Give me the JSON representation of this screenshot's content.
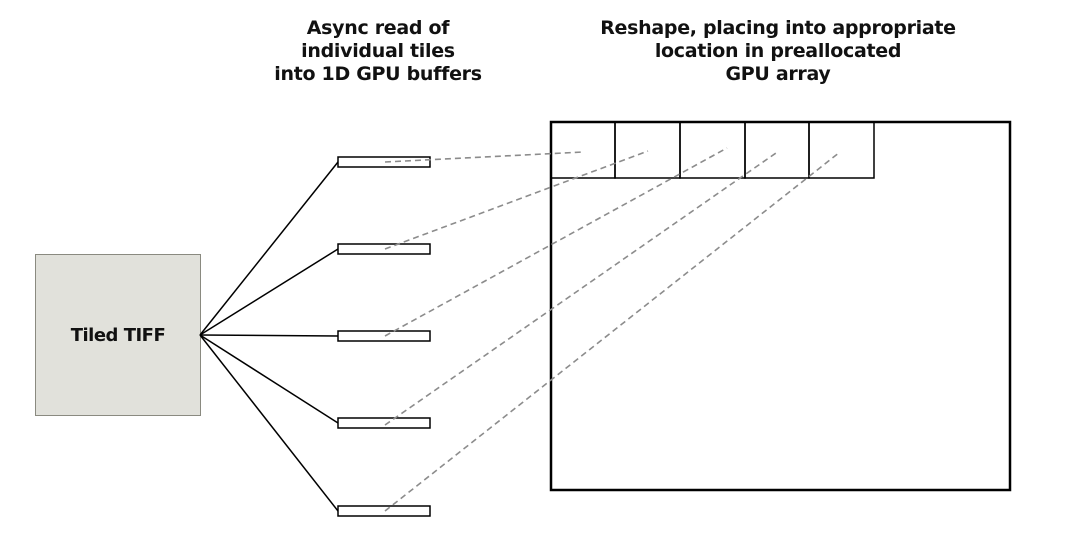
{
  "headings": {
    "buffers": [
      "Async read of",
      "individual tiles",
      "into 1D GPU buffers"
    ],
    "reshape": [
      "Reshape, placing into appropriate",
      "location in preallocated",
      "GPU array"
    ]
  },
  "tiff_label": "Tiled TIFF",
  "buffer_count": 5,
  "gpu_array_tile_count": 5,
  "colors": {
    "tiff_fill": "#e1e1db",
    "tiff_border": "#8a8a80",
    "line": "#000000",
    "dashed_line": "#8c8c8c"
  }
}
